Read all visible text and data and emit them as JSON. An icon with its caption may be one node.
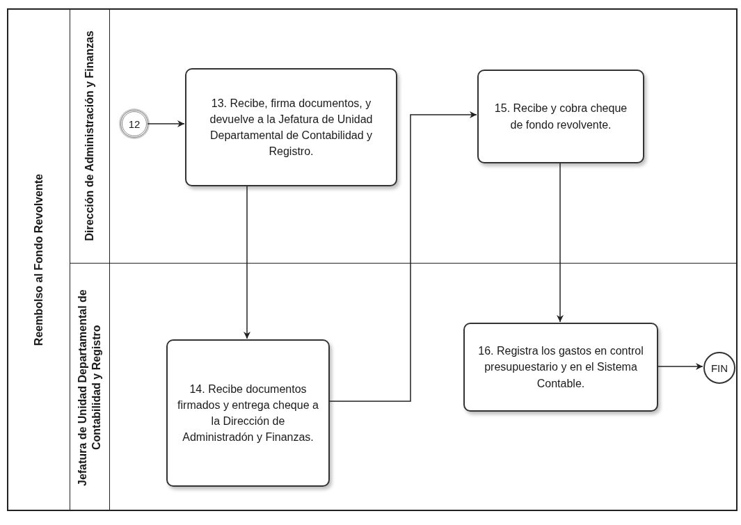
{
  "diagram": {
    "nodes": [
      {
        "text": [
          "Reembolso al Fondo Revolvente"
        ]
      },
      {
        "text": [
          "Dirección de Administración y Finanzas"
        ],
        "in": 0
      },
      {
        "text": [
          "Jefatura de Unidad Departamental de Contabilidad y Registro"
        ],
        "in": 0
      },
      {
        "text": [
          "12"
        ],
        "in": 1
      },
      {
        "text": [
          "13. Recibe, firma documentos, y devuelve a la Jefatura de Unidad Departamental de Contabilidad y Registro."
        ],
        "in": 1
      },
      {
        "text": [
          "15. Recibe y cobra cheque de fondo revolvente."
        ],
        "in": 1
      },
      {
        "text": [
          "14. Recibe documentos firmados y entrega cheque a la Dirección de Administradón y Finanzas."
        ],
        "in": 2
      },
      {
        "text": [
          "16. Registra los gastos en control presupuestario y en el Sistema Contable."
        ],
        "in": 2
      },
      {
        "text": [
          "FIN"
        ],
        "in": 2
      }
    ],
    "edges": [
      {
        "from": 3,
        "to": 4,
        "arrow": "to"
      },
      {
        "from": 4,
        "to": 6,
        "arrow": "to"
      },
      {
        "from": 6,
        "to": 5,
        "arrow": "to"
      },
      {
        "from": 5,
        "to": 7,
        "arrow": "to"
      },
      {
        "from": 7,
        "to": 8,
        "arrow": "to"
      }
    ]
  }
}
